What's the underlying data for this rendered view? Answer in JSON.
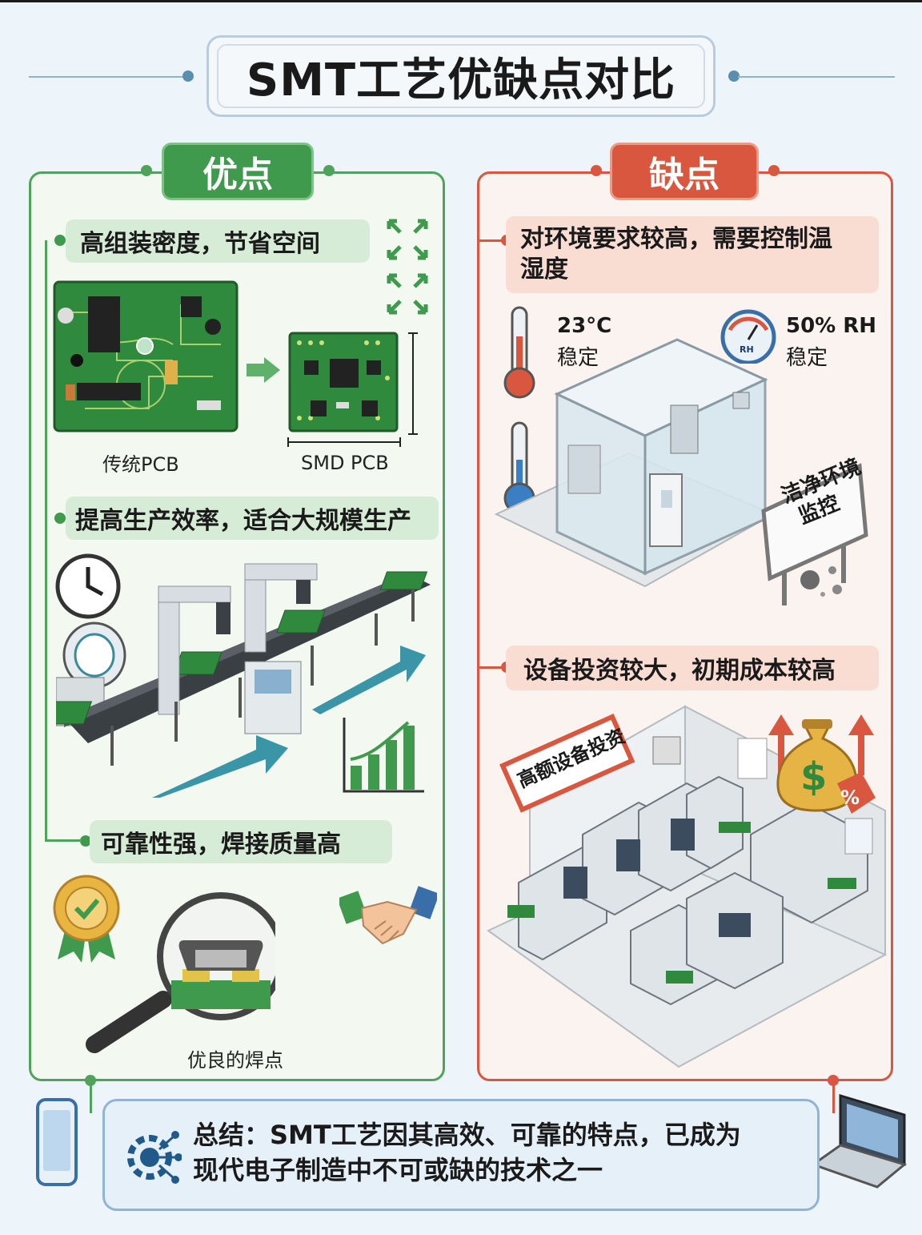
{
  "title": "SMT工艺优缺点对比",
  "pros": {
    "header": "优点",
    "item1": "高组装密度，节省空间",
    "item1_caption_left": "传统PCB",
    "item1_caption_right": "SMD PCB",
    "item2": "提高生产效率，适合大规模生产",
    "item3": "可靠性强，焊接质量高",
    "item3_caption": "优良的焊点"
  },
  "cons": {
    "header": "缺点",
    "item1_line1": "对环境要求较高，需要控制温",
    "item1_line2": "湿度",
    "temp_value": "23°C",
    "temp_label": "稳定",
    "rh_value": "50% RH",
    "rh_label": "稳定",
    "gauge_text": "RH",
    "sign_line1": "洁净环境",
    "sign_line2": "监控",
    "item2": "设备投资较大，初期成本较高",
    "banner": "高额设备投资",
    "money_symbol": "$",
    "tag_symbol": "%"
  },
  "summary": {
    "line1": "总结：SMT工艺因其高效、可靠的特点，已成为",
    "line2": "现代电子制造中不可或缺的技术之一"
  },
  "colors": {
    "green": "#3f9a4d",
    "green_light": "#d7ecd6",
    "red": "#d9573f",
    "red_light": "#f9ddd3",
    "pcb": "#2f8a3e"
  }
}
